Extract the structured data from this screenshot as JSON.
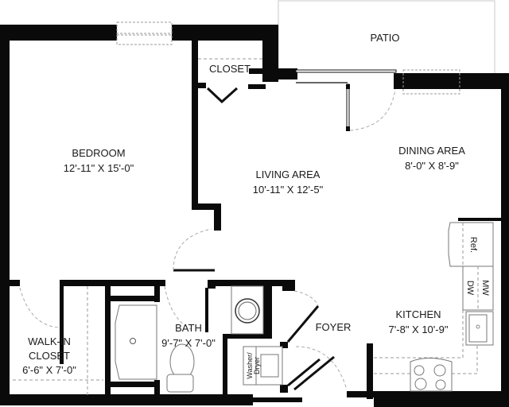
{
  "plan": {
    "title": "Floor Plan",
    "colors": {
      "wall": "#0a0a0a",
      "fixture": "#777777",
      "dashed": "#9a9a9a",
      "background": "#ffffff"
    },
    "rooms": {
      "patio": {
        "name": "PATIO"
      },
      "closet": {
        "name": "CLOSET"
      },
      "bedroom": {
        "name": "BEDROOM",
        "dims": "12'-11\" X 15'-0\""
      },
      "living": {
        "name": "LIVING AREA",
        "dims": "10'-11\" X 12'-5\""
      },
      "dining": {
        "name": "DINING AREA",
        "dims": "8'-0\" X 8'-9\""
      },
      "kitchen": {
        "name": "KITCHEN",
        "dims": "7'-8\" X 10'-9\""
      },
      "foyer": {
        "name": "FOYER"
      },
      "bath": {
        "name": "BATH",
        "dims": "9'-7\" X 7'-0\""
      },
      "walkin": {
        "name_line1": "WALK-IN",
        "name_line2": "CLOSET",
        "dims": "6'-6\" X 7'-0\""
      }
    },
    "appliances": {
      "refrigerator": "Ref.",
      "dishwasher": "DW",
      "microwave": "MW",
      "washer_dryer_line1": "Washer/",
      "washer_dryer_line2": "Dryer"
    }
  }
}
